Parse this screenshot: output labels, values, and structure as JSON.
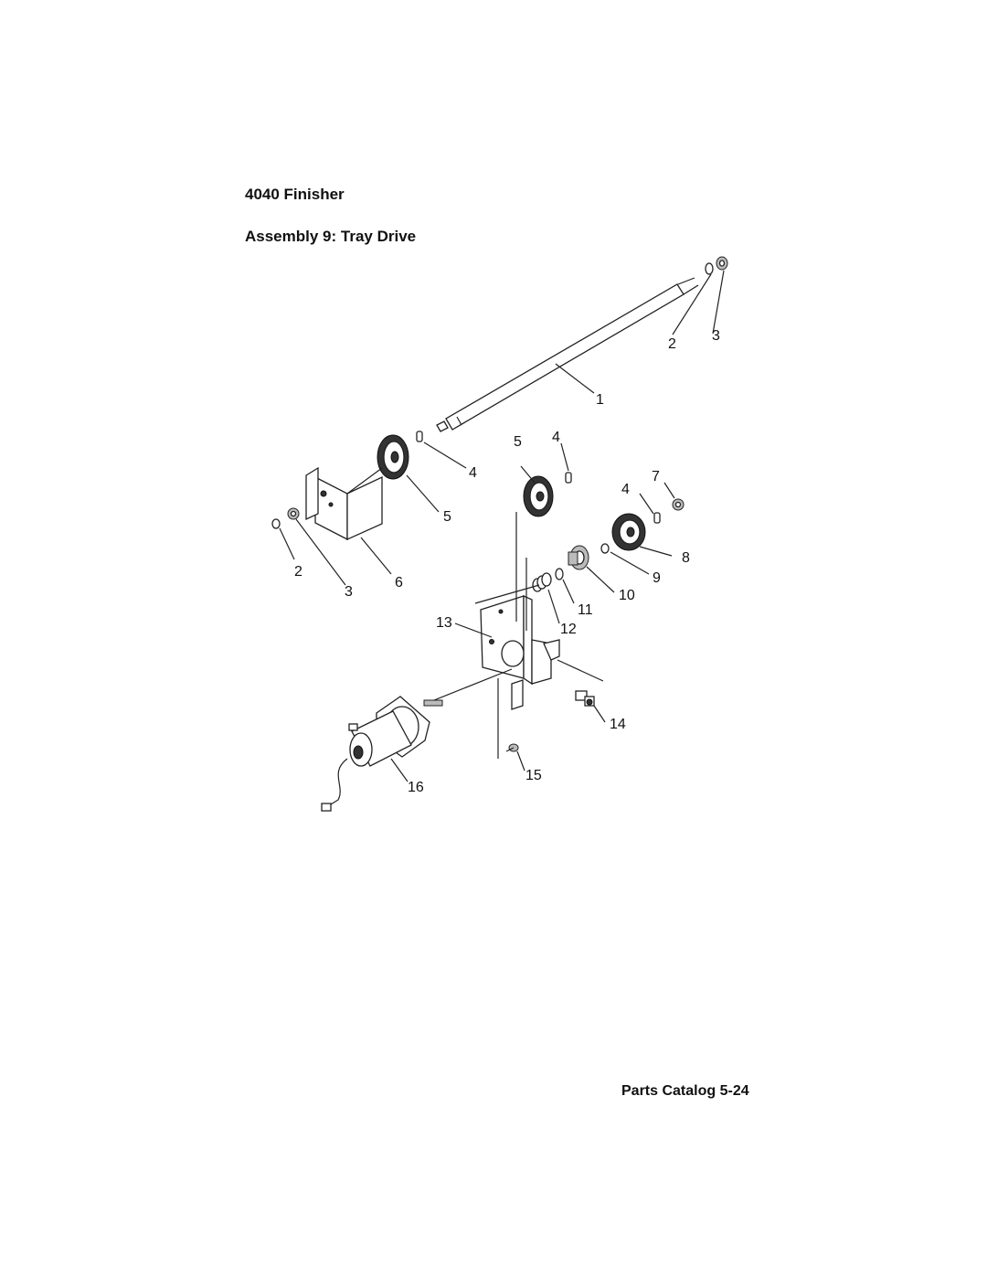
{
  "header": {
    "title": "4040 Finisher",
    "subtitle": "Assembly 9:  Tray Drive"
  },
  "footer": {
    "text": "Parts Catalog 5-24"
  },
  "callouts": [
    "1",
    "2",
    "3",
    "4",
    "5",
    "6",
    "7",
    "8",
    "9",
    "10",
    "11",
    "12",
    "13",
    "14",
    "15",
    "16"
  ]
}
